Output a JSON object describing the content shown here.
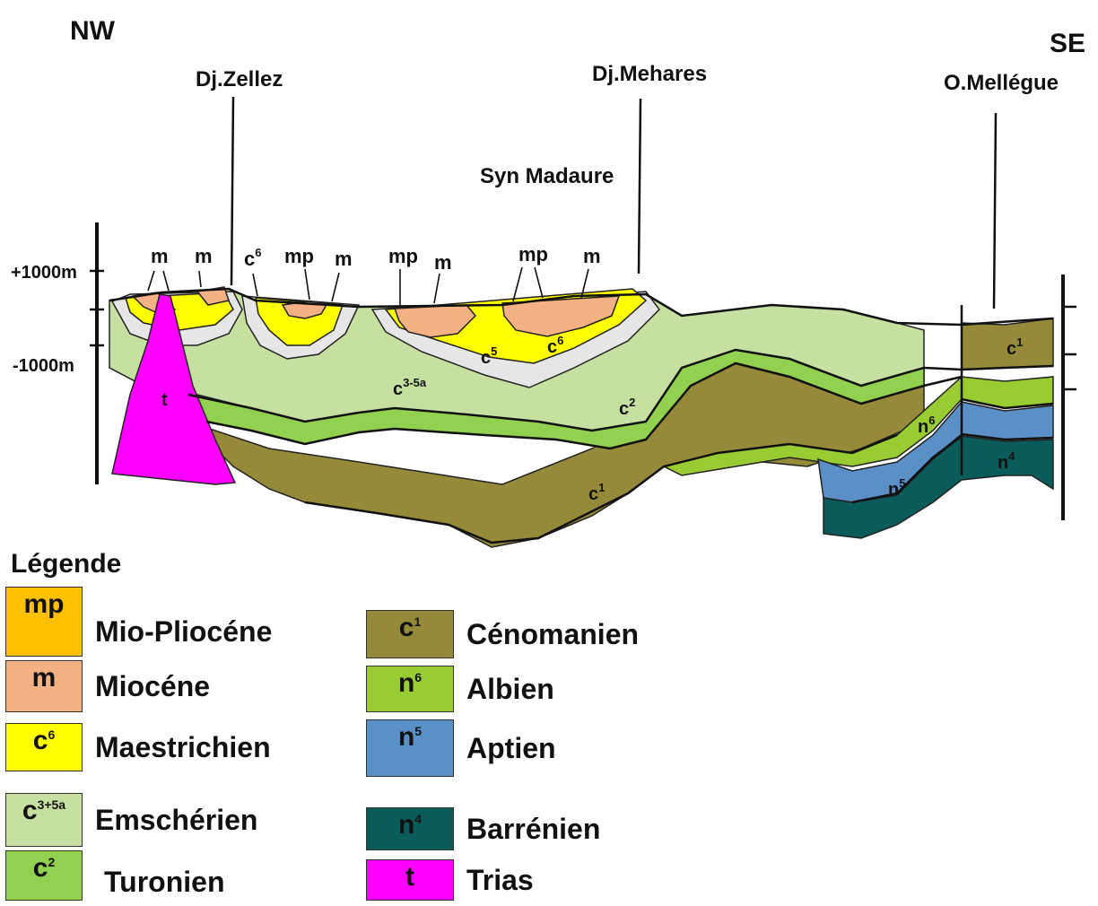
{
  "orientation": {
    "left": "NW",
    "right": "SE"
  },
  "localities": [
    {
      "name": "Dj.Zellez"
    },
    {
      "name": "Dj.Mehares"
    },
    {
      "name": "O.Mellégue"
    }
  ],
  "syncline_label": "Syn Madaure",
  "scale_labels": {
    "upper": "+1000m",
    "lower": "-1000m"
  },
  "surface_tags": [
    "m",
    "m",
    "c",
    "mp",
    "m",
    "mp",
    "m",
    "mp",
    "m"
  ],
  "surface_tag_sups": {
    "c": "6"
  },
  "section_labels": {
    "t": "t",
    "c3_5a": "c",
    "c3_5a_sup": "3-5a",
    "c5": "c",
    "c5_sup": "5",
    "c6": "c",
    "c6_sup": "6",
    "c2": "c",
    "c2_sup": "2",
    "c1_center": "c",
    "c1_center_sup": "1",
    "c1_right": "c",
    "c1_right_sup": "1",
    "n6": "n",
    "n6_sup": "6",
    "n5": "n",
    "n5_sup": "5",
    "n4": "n",
    "n4_sup": "4"
  },
  "legend": {
    "title": "Légende",
    "items": [
      {
        "code": "mp",
        "sup": "",
        "name": "Mio-Pliocéne",
        "color": "#ffc000"
      },
      {
        "code": "m",
        "sup": "",
        "name": "Miocéne",
        "color": "#f4b183"
      },
      {
        "code": "c",
        "sup": "6",
        "name": "Maestrichien",
        "color": "#ffff00"
      },
      {
        "code": "c",
        "sup": "3+5a",
        "name": "Emschérien",
        "color": "#c5e0a0"
      },
      {
        "code": "c",
        "sup": "2",
        "name": "Turonien",
        "color": "#92d050"
      },
      {
        "code": "c",
        "sup": "1",
        "name": "Cénomanien",
        "color": "#948a3a"
      },
      {
        "code": "n",
        "sup": "6",
        "name": "Albien",
        "color": "#99cc33"
      },
      {
        "code": "n",
        "sup": "5",
        "name": "Aptien",
        "color": "#5b8fc8"
      },
      {
        "code": "n",
        "sup": "4",
        "name": "Barrénien",
        "color": "#0a5c5a"
      },
      {
        "code": "t",
        "sup": "",
        "name": "Trias",
        "color": "#ff00ff"
      }
    ]
  },
  "layer_colors": {
    "c5": "#e6e6e6",
    "c3_5a": "#c5e0a0",
    "c2": "#92d050",
    "c1": "#948a3a",
    "n6": "#99cc33",
    "n5": "#5b8fc8",
    "n4": "#0a5c5a",
    "c6": "#ffff00",
    "m": "#f4b183",
    "t": "#ff00ff"
  }
}
